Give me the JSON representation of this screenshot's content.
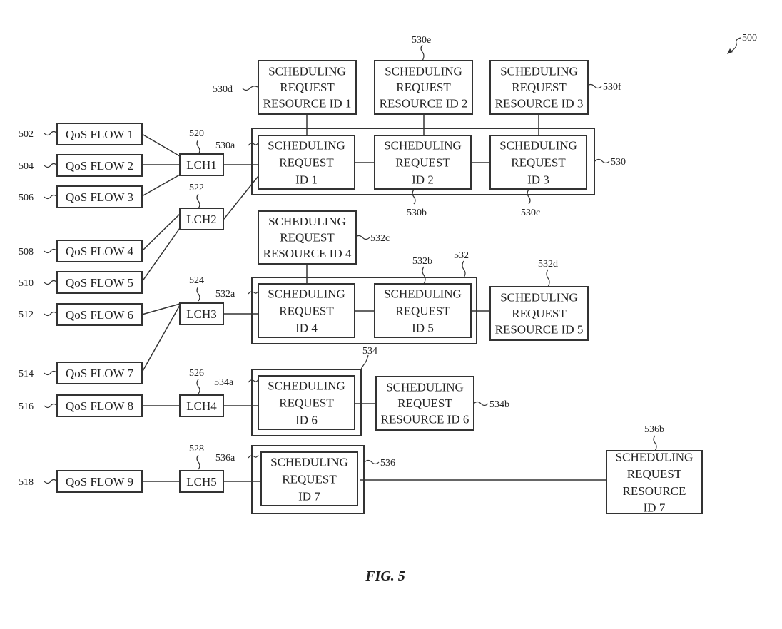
{
  "figure": {
    "ref": "500",
    "caption": "FIG. 5"
  },
  "qos_flows": [
    {
      "ref": "502",
      "label": "QoS FLOW 1"
    },
    {
      "ref": "504",
      "label": "QoS FLOW 2"
    },
    {
      "ref": "506",
      "label": "QoS FLOW 3"
    },
    {
      "ref": "508",
      "label": "QoS FLOW 4"
    },
    {
      "ref": "510",
      "label": "QoS FLOW 5"
    },
    {
      "ref": "512",
      "label": "QoS FLOW 6"
    },
    {
      "ref": "514",
      "label": "QoS FLOW 7"
    },
    {
      "ref": "516",
      "label": "QoS FLOW 8"
    },
    {
      "ref": "518",
      "label": "QoS FLOW 9"
    }
  ],
  "logical_channels": [
    {
      "ref": "520",
      "label": "LCH1"
    },
    {
      "ref": "522",
      "label": "LCH2"
    },
    {
      "ref": "524",
      "label": "LCH3"
    },
    {
      "ref": "526",
      "label": "LCH4"
    },
    {
      "ref": "528",
      "label": "LCH5"
    }
  ],
  "groups": [
    {
      "ref": "530"
    },
    {
      "ref": "532"
    },
    {
      "ref": "534"
    },
    {
      "ref": "536"
    }
  ],
  "sr_ids": [
    {
      "ref": "530a",
      "lines": [
        "SCHEDULING",
        "REQUEST",
        "ID 1"
      ]
    },
    {
      "ref": "530b",
      "lines": [
        "SCHEDULING",
        "REQUEST",
        "ID 2"
      ]
    },
    {
      "ref": "530c",
      "lines": [
        "SCHEDULING",
        "REQUEST",
        "ID 3"
      ]
    },
    {
      "ref": "532a",
      "lines": [
        "SCHEDULING",
        "REQUEST",
        "ID 4"
      ]
    },
    {
      "ref": "532b",
      "lines": [
        "SCHEDULING",
        "REQUEST",
        "ID 5"
      ]
    },
    {
      "ref": "534a",
      "lines": [
        "SCHEDULING",
        "REQUEST",
        "ID 6"
      ]
    },
    {
      "ref": "536a",
      "lines": [
        "SCHEDULING",
        "REQUEST",
        "ID 7"
      ]
    }
  ],
  "sr_resources": [
    {
      "ref": "530d",
      "lines": [
        "SCHEDULING",
        "REQUEST",
        "RESOURCE ID 1"
      ]
    },
    {
      "ref": "530e",
      "lines": [
        "SCHEDULING",
        "REQUEST",
        "RESOURCE ID 2"
      ]
    },
    {
      "ref": "530f",
      "lines": [
        "SCHEDULING",
        "REQUEST",
        "RESOURCE ID 3"
      ]
    },
    {
      "ref": "532c",
      "lines": [
        "SCHEDULING",
        "REQUEST",
        "RESOURCE ID 4"
      ]
    },
    {
      "ref": "532d",
      "lines": [
        "SCHEDULING",
        "REQUEST",
        "RESOURCE ID 5"
      ]
    },
    {
      "ref": "534b",
      "lines": [
        "SCHEDULING",
        "REQUEST",
        "RESOURCE ID 6"
      ]
    },
    {
      "ref": "536b",
      "lines": [
        "SCHEDULING",
        "REQUEST",
        "RESOURCE",
        "ID 7"
      ]
    }
  ],
  "connections": [
    [
      "QoS FLOW 1",
      "LCH1"
    ],
    [
      "QoS FLOW 2",
      "LCH1"
    ],
    [
      "QoS FLOW 3",
      "LCH1"
    ],
    [
      "QoS FLOW 4",
      "LCH2"
    ],
    [
      "QoS FLOW 5",
      "LCH2"
    ],
    [
      "QoS FLOW 6",
      "LCH3"
    ],
    [
      "QoS FLOW 7",
      "LCH3"
    ],
    [
      "QoS FLOW 8",
      "LCH4"
    ],
    [
      "QoS FLOW 9",
      "LCH5"
    ],
    [
      "LCH1",
      "530"
    ],
    [
      "LCH2",
      "530"
    ],
    [
      "LCH3",
      "532"
    ],
    [
      "LCH4",
      "534"
    ],
    [
      "LCH5",
      "536"
    ],
    [
      "530a",
      "530d"
    ],
    [
      "530b",
      "530e"
    ],
    [
      "530c",
      "530f"
    ],
    [
      "530a",
      "530b"
    ],
    [
      "530b",
      "530c"
    ],
    [
      "532a",
      "532c"
    ],
    [
      "532a",
      "532b"
    ],
    [
      "532b",
      "532d"
    ],
    [
      "534a",
      "534b"
    ],
    [
      "536a",
      "536b"
    ]
  ]
}
